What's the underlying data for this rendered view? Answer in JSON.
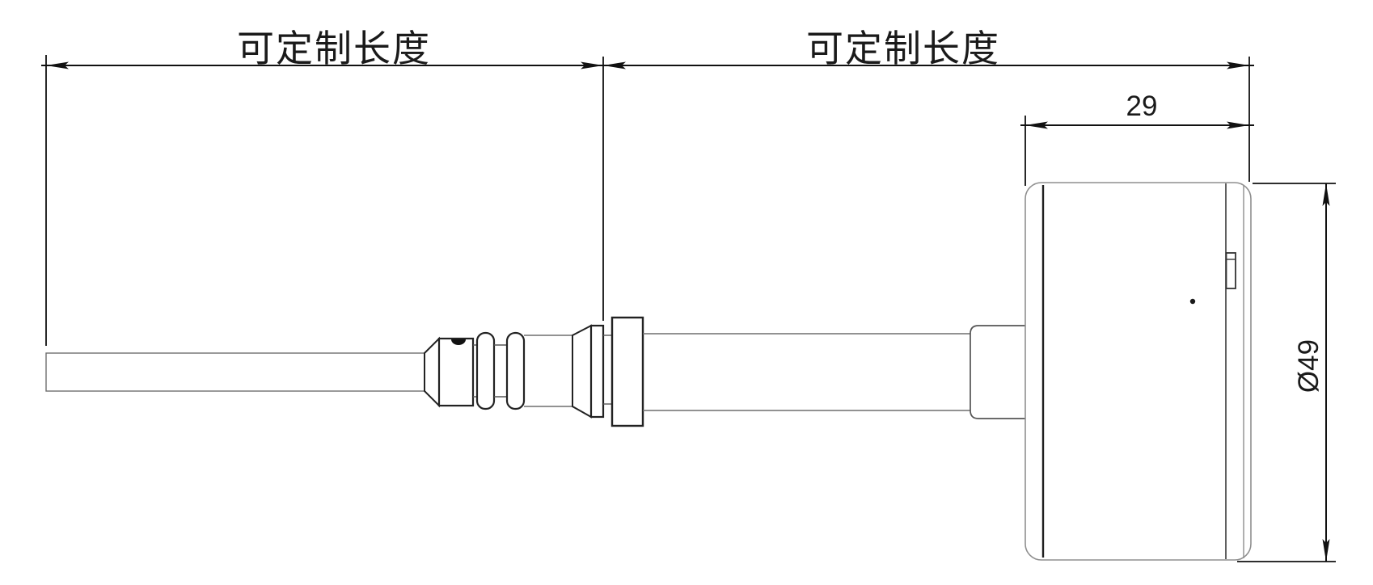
{
  "drawing": {
    "background_color": "#ffffff",
    "line_color": "#1f1f1f",
    "secondary_line_color": "#6e6e6e",
    "dimensions": {
      "left_length_label": "可定制长度",
      "right_length_label": "可定制长度",
      "cap_width_label": "29",
      "body_diameter_label": "Ø49"
    }
  }
}
